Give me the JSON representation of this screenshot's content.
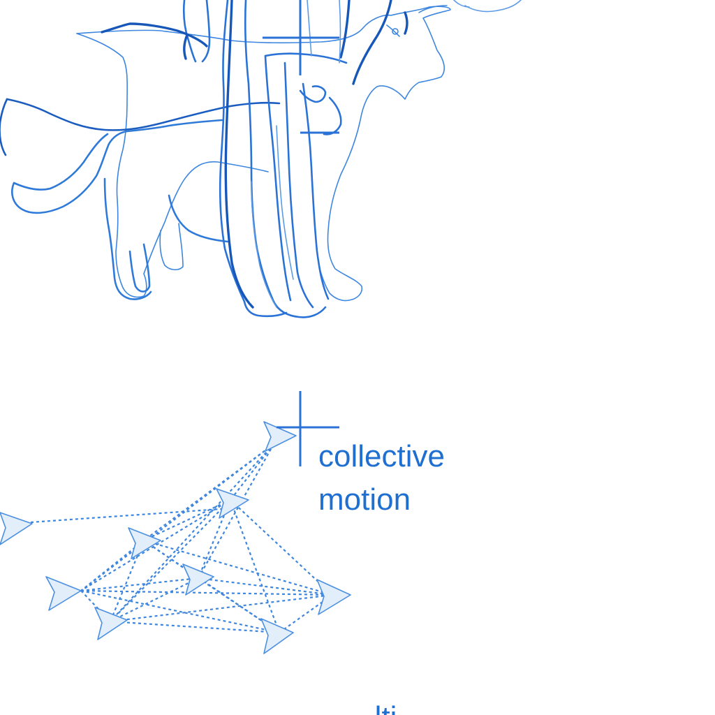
{
  "labels": {
    "collective_line1": "collective",
    "collective_line2": "motion",
    "partial_bottom_text": "...lti..."
  },
  "colors": {
    "stroke_light": "#3d86e0",
    "stroke_mid": "#2a72d6",
    "stroke_dark": "#1757b8",
    "agent_fill": "#e3eefb",
    "agent_stroke": "#4a8fe0",
    "text": "#1f6fd0"
  },
  "icons": {
    "top_crosshair": "crosshair-icon",
    "middle_crosshair": "crosshair-icon",
    "drawing": "overlaid-animals-sketch",
    "agents": "triangle-agent-icon"
  }
}
